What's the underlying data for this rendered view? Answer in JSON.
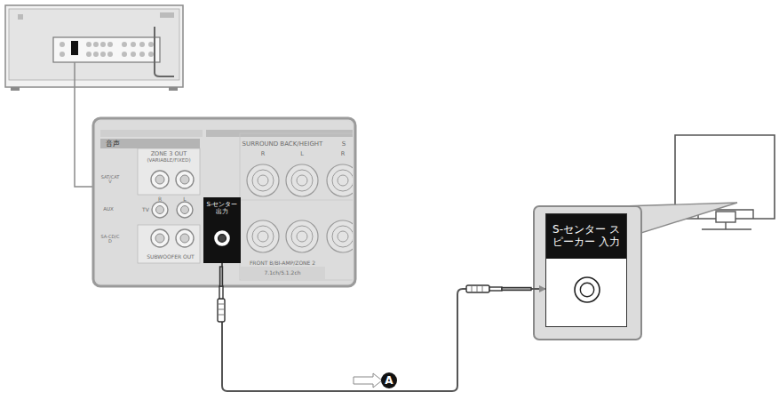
{
  "diagram": {
    "nodes": [
      {
        "text": [
          "S-センター 出力"
        ]
      },
      {
        "text": [
          "S-センター スピーカー 入力"
        ]
      }
    ],
    "edges": [
      {
        "from": 0,
        "to": 1,
        "arrow": "to",
        "label": "A"
      }
    ],
    "labels": [
      "音声",
      "ZONE 3 OUT",
      "(VARIABLE/FIXED)",
      "SAT/CATV",
      "AUX",
      "TV",
      "R",
      "L",
      "SA-CD/CD",
      "SUBWOOFER OUT",
      "SURROUND BACK/HEIGHT",
      "R",
      "L",
      "S",
      "R",
      "FRONT B/BI-AMP/ZONE 2",
      "7.1ch/5.1.2ch"
    ]
  }
}
